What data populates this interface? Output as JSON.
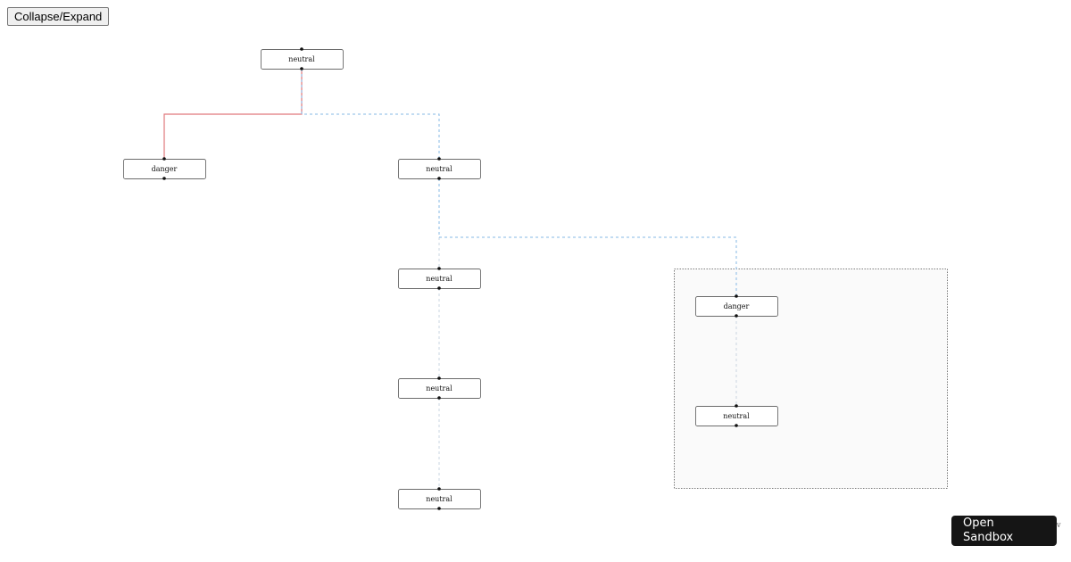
{
  "controls": {
    "toggle_label": "Collapse/Expand",
    "sandbox_label": "Open Sandbox",
    "edge_fragment": "v"
  },
  "colors": {
    "danger_edge": "#e0787c",
    "neutral_edge": "#86b8e6",
    "faint_edge": "#c9d4e0",
    "node_border": "#6b6b6b",
    "group_border": "#555555",
    "group_fill": "#fafafa",
    "port": "#111111"
  },
  "graph": {
    "nodes": [
      {
        "id": "n1",
        "label": "neutral"
      },
      {
        "id": "n2",
        "label": "danger"
      },
      {
        "id": "n3",
        "label": "neutral"
      },
      {
        "id": "n4",
        "label": "neutral"
      },
      {
        "id": "n5",
        "label": "neutral"
      },
      {
        "id": "n6",
        "label": "neutral"
      },
      {
        "id": "n7",
        "label": "danger"
      },
      {
        "id": "n8",
        "label": "neutral"
      }
    ],
    "edges": [
      {
        "from": "n1",
        "to": "n2",
        "kind": "danger"
      },
      {
        "from": "n1",
        "to": "n3",
        "kind": "neutral"
      },
      {
        "from": "n3",
        "to": "n4",
        "kind": "faint"
      },
      {
        "from": "n4",
        "to": "n5",
        "kind": "faint"
      },
      {
        "from": "n5",
        "to": "n6",
        "kind": "faint"
      },
      {
        "from": "n3",
        "to": "n7",
        "kind": "neutral"
      },
      {
        "from": "n7",
        "to": "n8",
        "kind": "faint"
      }
    ],
    "groups": [
      {
        "id": "g1",
        "members": [
          "n7",
          "n8"
        ]
      }
    ]
  }
}
